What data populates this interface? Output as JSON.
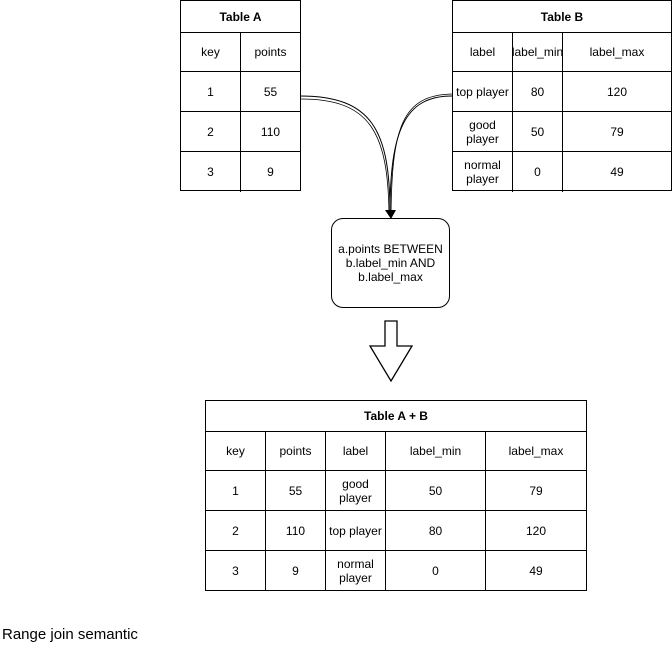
{
  "table_a": {
    "title": "Table A",
    "headers": [
      "key",
      "points"
    ],
    "rows": [
      [
        "1",
        "55"
      ],
      [
        "2",
        "110"
      ],
      [
        "3",
        "9"
      ]
    ]
  },
  "table_b": {
    "title": "Table B",
    "headers": [
      "label",
      "label_min",
      "label_max"
    ],
    "rows": [
      [
        "top player",
        "80",
        "120"
      ],
      [
        "good player",
        "50",
        "79"
      ],
      [
        "normal player",
        "0",
        "49"
      ]
    ]
  },
  "condition": {
    "text": "a.points BETWEEN b.label_min AND b.label_max"
  },
  "table_ab": {
    "title": "Table A + B",
    "headers": [
      "key",
      "points",
      "label",
      "label_min",
      "label_max"
    ],
    "rows": [
      [
        "1",
        "55",
        "good player",
        "50",
        "79"
      ],
      [
        "2",
        "110",
        "top player",
        "80",
        "120"
      ],
      [
        "3",
        "9",
        "normal player",
        "0",
        "49"
      ]
    ]
  },
  "caption": "Range join semantic"
}
